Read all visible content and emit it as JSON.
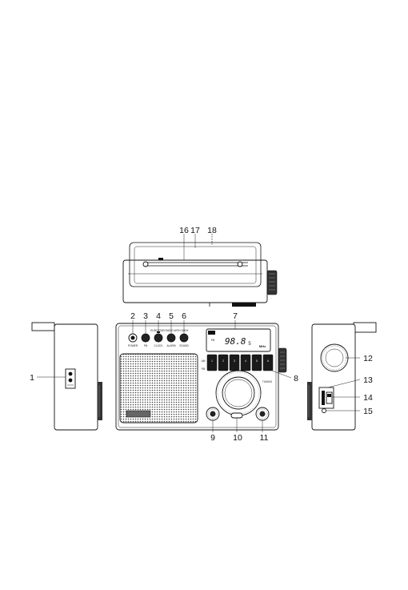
{
  "callouts": {
    "c1": "1",
    "c2": "2",
    "c3": "3",
    "c4": "4",
    "c5": "5",
    "c6": "6",
    "c7": "7",
    "c8": "8",
    "c9": "9",
    "c10": "10",
    "c11": "11",
    "c12": "12",
    "c13": "13",
    "c14": "14",
    "c15": "15",
    "c16": "16",
    "c17": "17",
    "c18": "18"
  },
  "front_panel": {
    "model_text": "EUROSTAR RADIO WITH SONY",
    "button_labels": [
      "POWER",
      "FM",
      "CLOCK",
      "ALARM",
      "SOUND"
    ],
    "lcd_reading": "98.8",
    "lcd_sub": "5",
    "lcd_unit": "MHz",
    "lcd_band": "FM",
    "band_am": "AM",
    "band_fm": "FM",
    "preset_labels": [
      "1",
      "2",
      "3",
      "4",
      "5",
      "6"
    ],
    "tuning_label": "TUNING"
  }
}
